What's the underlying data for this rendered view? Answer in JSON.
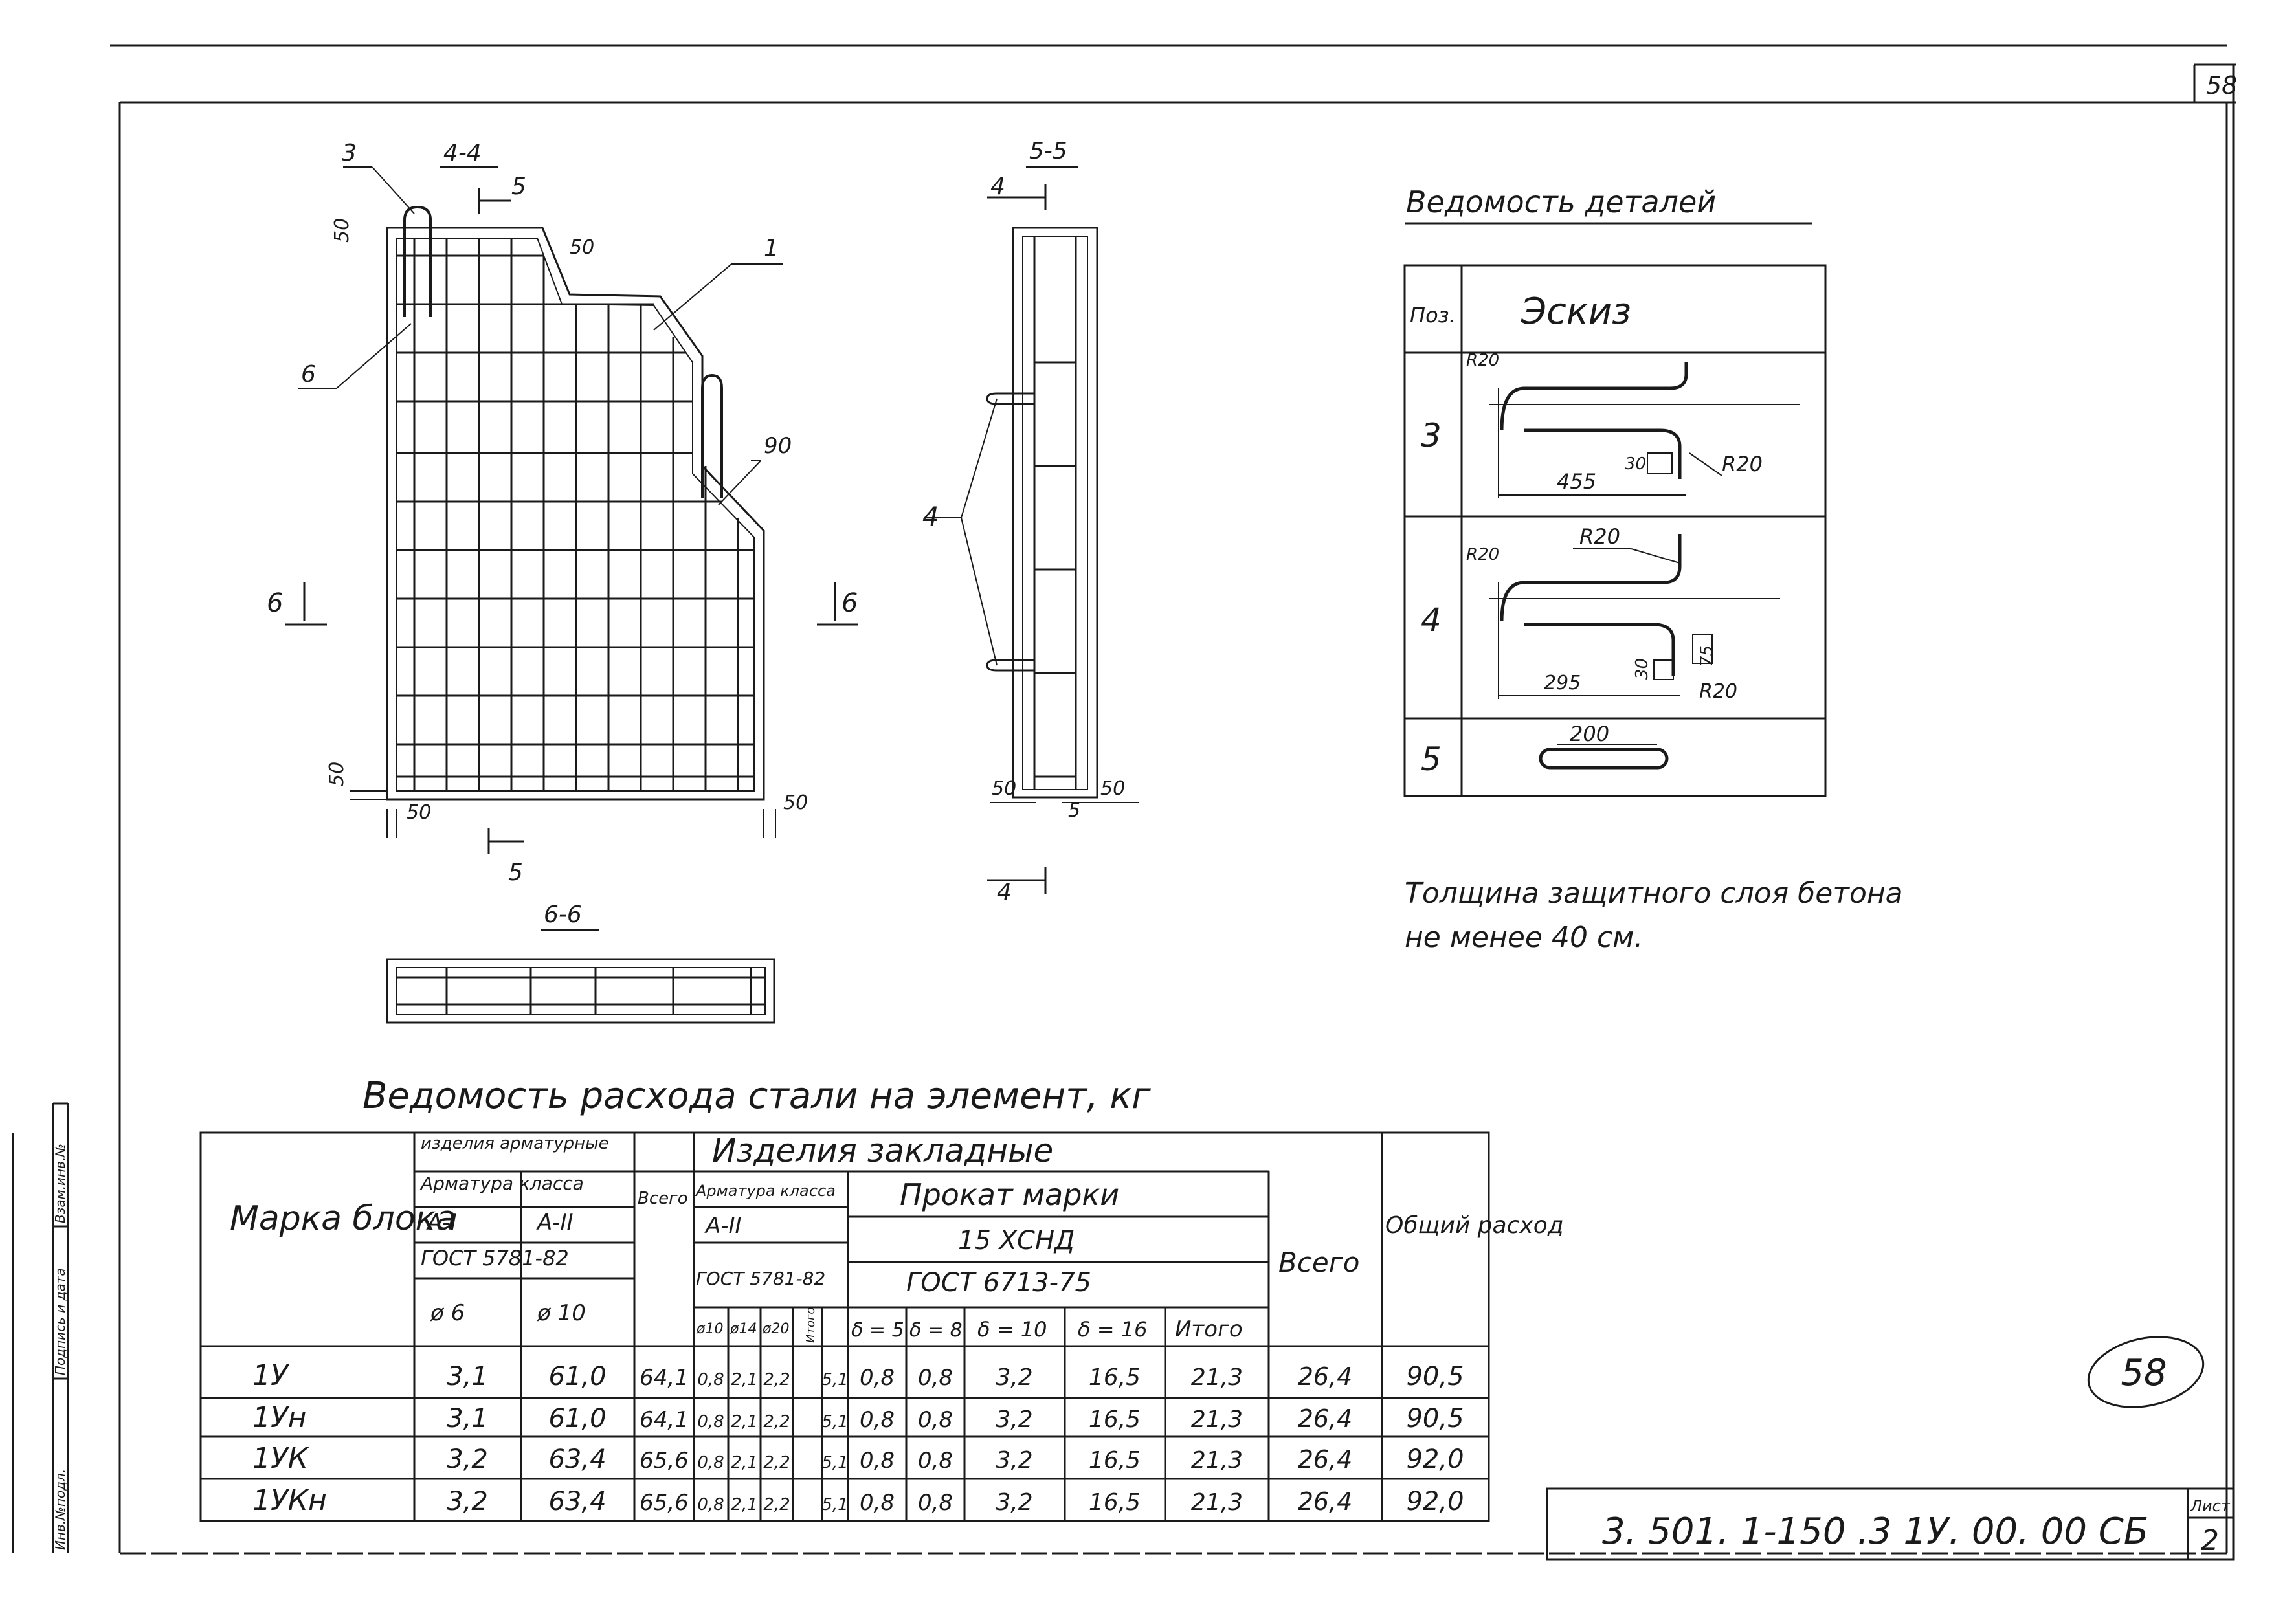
{
  "sheet": {
    "page_number": "58",
    "sheet_label": "Лист",
    "sheet_no": "2",
    "designation": "3. 501. 1-150 .3   1У. 00. 00 СБ",
    "stamp_number": "58"
  },
  "side_strip": {
    "inv": "Инв.№подл.",
    "sign": "Подпись и дата",
    "replace": "Взам.инв.№"
  },
  "drawing": {
    "sec44": {
      "title": "4-4",
      "pos1": "1",
      "pos3": "3",
      "pos6": "6",
      "cut": "5",
      "dim50_1": "50",
      "dim50_2": "50",
      "dim50_3": "50",
      "dim50_4": "50",
      "dim50_5": "50",
      "dim90": "90",
      "arrow6": "6"
    },
    "sec55": {
      "title": "5-5",
      "pos4": "4",
      "cut": "4",
      "dim_l": "50",
      "dim_m": "5",
      "dim_r": "50"
    },
    "sec66": {
      "title": "6-6"
    }
  },
  "details": {
    "title": "Ведомость деталей",
    "head_pos": "Поз.",
    "head_sketch": "Эскиз",
    "rows": [
      {
        "pos": "3",
        "r1": "R20",
        "r2": "R20",
        "d1": "455",
        "d2": "30"
      },
      {
        "pos": "4",
        "r1": "R20",
        "r2": "R20",
        "r3": "R20",
        "d1": "295",
        "d2": "30",
        "d3": "75"
      },
      {
        "pos": "5",
        "d1": "200"
      }
    ]
  },
  "note": {
    "line1": "Толщина защитного слоя бетона",
    "line2": "не менее 40 см."
  },
  "steel": {
    "title": "Ведомость расхода стали на элемент, кг",
    "h_mark": "Марка блока",
    "h_arm": "изделия арматурные",
    "h_arm_class": "Арматура класса",
    "h_a1": "А-I",
    "h_a2": "А-II",
    "h_gost1": "ГОСТ 5781-82",
    "h_d6": "ø 6",
    "h_d10": "ø 10",
    "h_total": "Всего",
    "h_embed": "Изделия закладные",
    "h_arm_class2": "Арматура класса",
    "h_a2b": "А-II",
    "h_gost2": "ГОСТ 5781-82",
    "h_d10b": "ø10",
    "h_d14": "ø14",
    "h_d20": "ø20",
    "h_itogo_s": "Итого",
    "h_rolled": "Прокат марки",
    "h_steel": "15 ХСНД",
    "h_gost3": "ГОСТ 6713-75",
    "h_t5": "δ = 5",
    "h_t8": "δ = 8",
    "h_t10": "δ = 10",
    "h_t16": "δ = 16",
    "h_itogo": "Итого",
    "h_total2": "Всего",
    "h_grand": "Общий расход",
    "rows": [
      {
        "mark": "1У",
        "d6": "3,1",
        "d10": "61,0",
        "tot": "64,1",
        "e10": "0,8",
        "e14": "2,1",
        "e20": "2,2",
        "es": "5,1",
        "t5": "0,8",
        "t8": "0,8",
        "t10": "3,2",
        "t16": "16,5",
        "it": "21,3",
        "tot2": "26,4",
        "grand": "90,5"
      },
      {
        "mark": "1Ун",
        "d6": "3,1",
        "d10": "61,0",
        "tot": "64,1",
        "e10": "0,8",
        "e14": "2,1",
        "e20": "2,2",
        "es": "5,1",
        "t5": "0,8",
        "t8": "0,8",
        "t10": "3,2",
        "t16": "16,5",
        "it": "21,3",
        "tot2": "26,4",
        "grand": "90,5"
      },
      {
        "mark": "1УК",
        "d6": "3,2",
        "d10": "63,4",
        "tot": "65,6",
        "e10": "0,8",
        "e14": "2,1",
        "e20": "2,2",
        "es": "5,1",
        "t5": "0,8",
        "t8": "0,8",
        "t10": "3,2",
        "t16": "16,5",
        "it": "21,3",
        "tot2": "26,4",
        "grand": "92,0"
      },
      {
        "mark": "1УКн",
        "d6": "3,2",
        "d10": "63,4",
        "tot": "65,6",
        "e10": "0,8",
        "e14": "2,1",
        "e20": "2,2",
        "es": "5,1",
        "t5": "0,8",
        "t8": "0,8",
        "t10": "3,2",
        "t16": "16,5",
        "it": "21,3",
        "tot2": "26,4",
        "grand": "92,0"
      }
    ]
  }
}
